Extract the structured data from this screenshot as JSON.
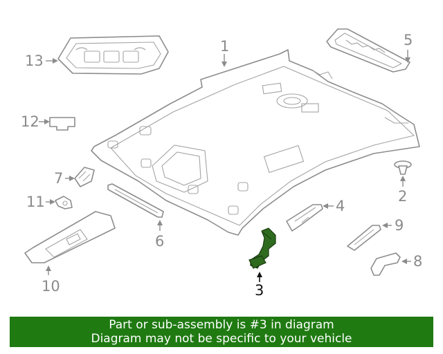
{
  "callouts": {
    "c1": "1",
    "c2": "2",
    "c3": "3",
    "c4": "4",
    "c5": "5",
    "c6": "6",
    "c7": "7",
    "c8": "8",
    "c9": "9",
    "c10": "10",
    "c11": "11",
    "c12": "12",
    "c13": "13"
  },
  "highlighted_part": "3",
  "colors": {
    "highlight": "#2f6b1f",
    "banner": "#1f7a12",
    "line_art": "#8c8c8c"
  },
  "banner": {
    "line1": "Part or sub-assembly is #3 in diagram",
    "line2": "Diagram may not be specific to your vehicle"
  }
}
